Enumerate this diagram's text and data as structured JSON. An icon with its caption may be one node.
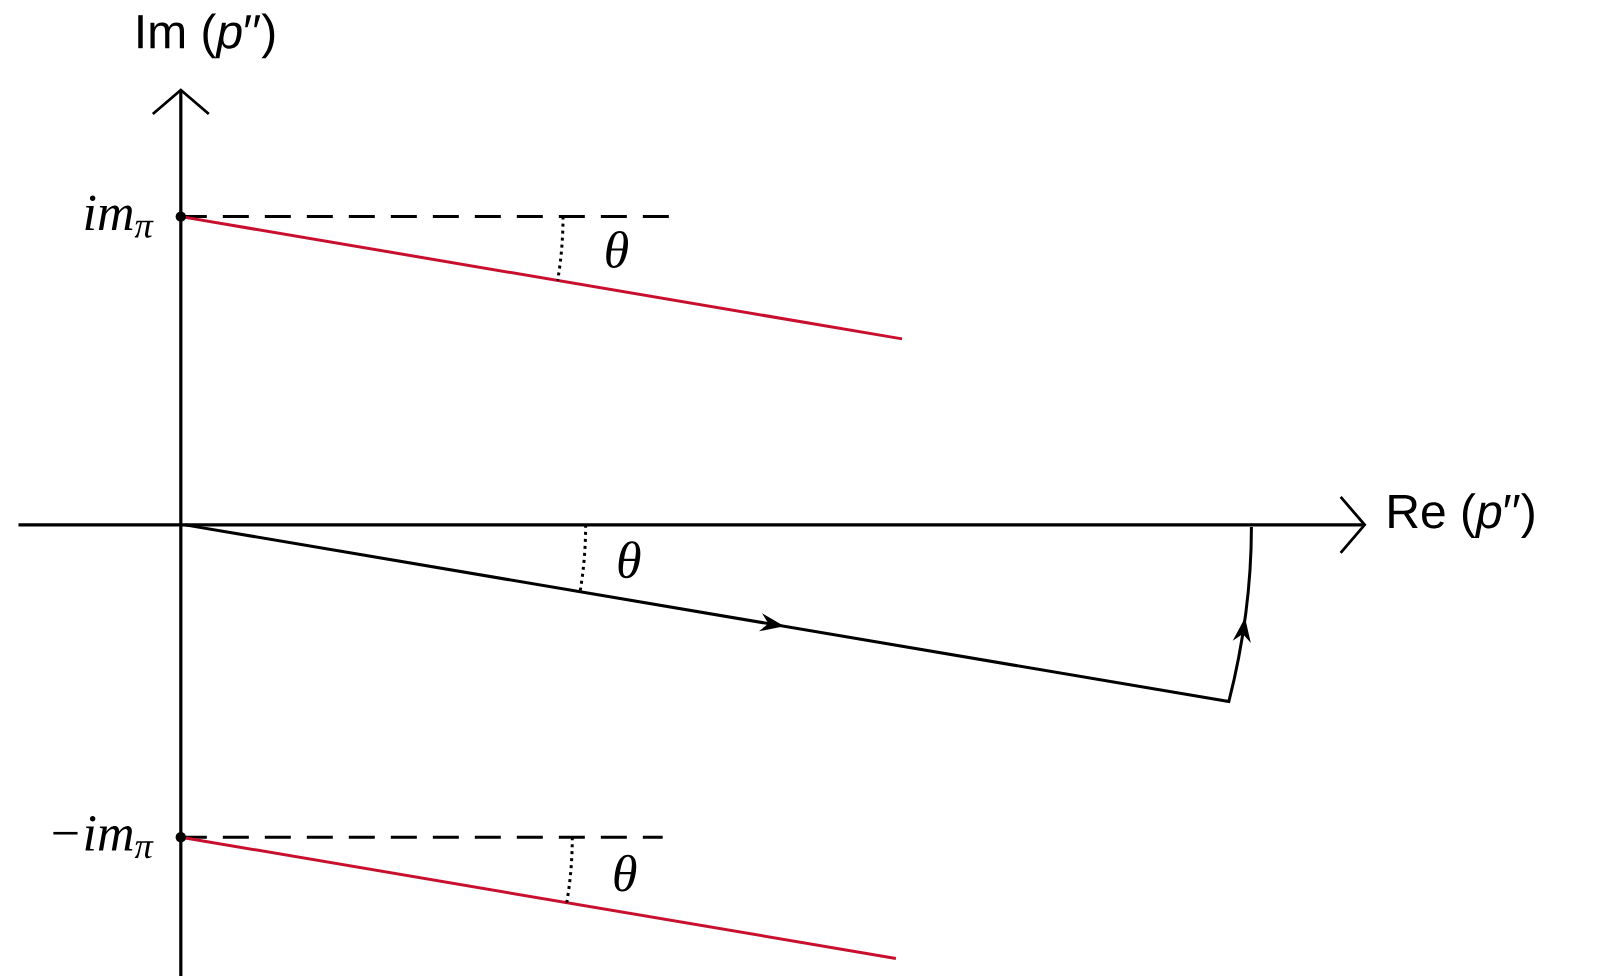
{
  "diagram": {
    "labels": [
      "Im (*p*′′)",
      "im$_{π}$",
      "θ",
      "Re (*p*′′)",
      "θ",
      "−im$_{π}$",
      "θ"
    ]
  }
}
